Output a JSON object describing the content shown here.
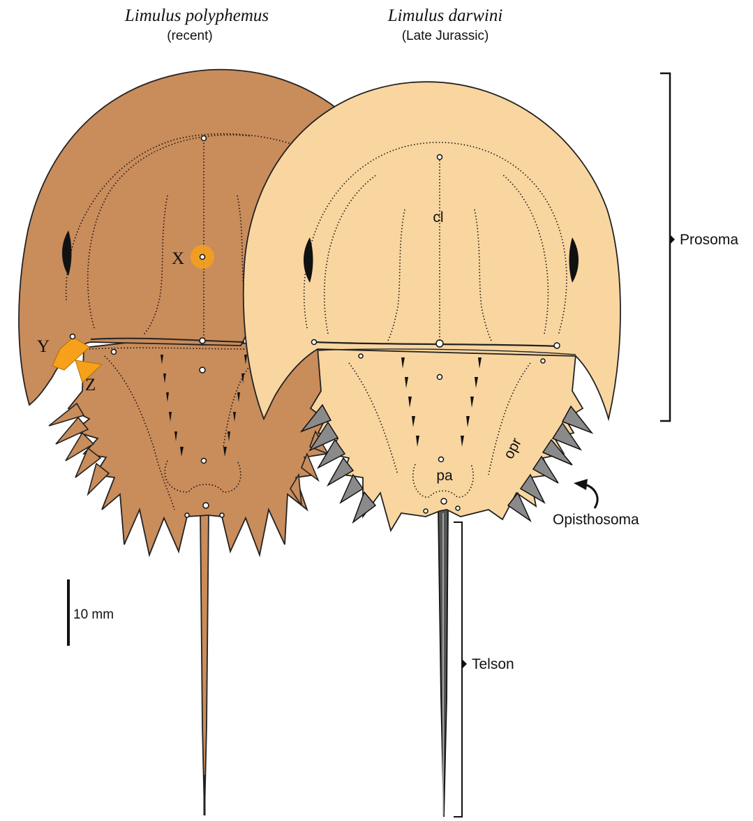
{
  "figure": {
    "species_left": {
      "name": "Limulus polyphemus",
      "period": "(recent)"
    },
    "species_right": {
      "name": "Limulus darwini",
      "period": "(Late Jurassic)"
    },
    "landmarks": {
      "x": "X",
      "y": "Y",
      "z": "Z"
    },
    "features": {
      "cl": "cl",
      "pa": "pa",
      "opr": "opr"
    },
    "regions": {
      "prosoma": "Prosoma",
      "opisthosoma": "Opisthosoma",
      "telson": "Telson"
    },
    "scale_bar": "10 mm",
    "colors": {
      "left_body": "#c98c5b",
      "right_body": "#f9d6a0",
      "highlight": "#f7a11a",
      "spine_gray": "#8a8a8a",
      "ink": "#111111"
    }
  }
}
